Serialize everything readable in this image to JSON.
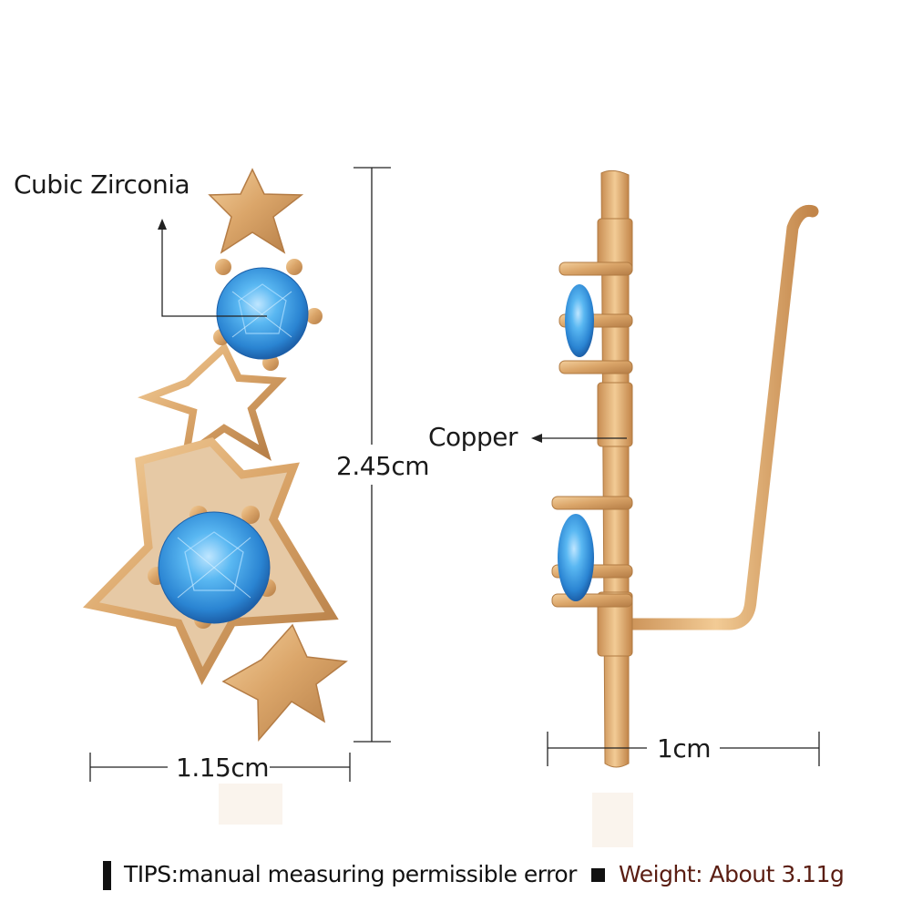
{
  "annotations": {
    "gem_label": "Cubic Zirconia",
    "metal_label": "Copper",
    "height_label": "2.45cm",
    "width_label": "1.15cm",
    "side_width_label": "1cm"
  },
  "footer": {
    "tips_text": "TIPS:manual measuring permissible error",
    "weight_text": "Weight: About 3.11g"
  },
  "colors": {
    "gold": "#d9a669",
    "gold_dark": "#b07a42",
    "gem_blue": "#3a9fe6",
    "weight_text": "#5a1d12",
    "text": "#1a1a1a"
  }
}
